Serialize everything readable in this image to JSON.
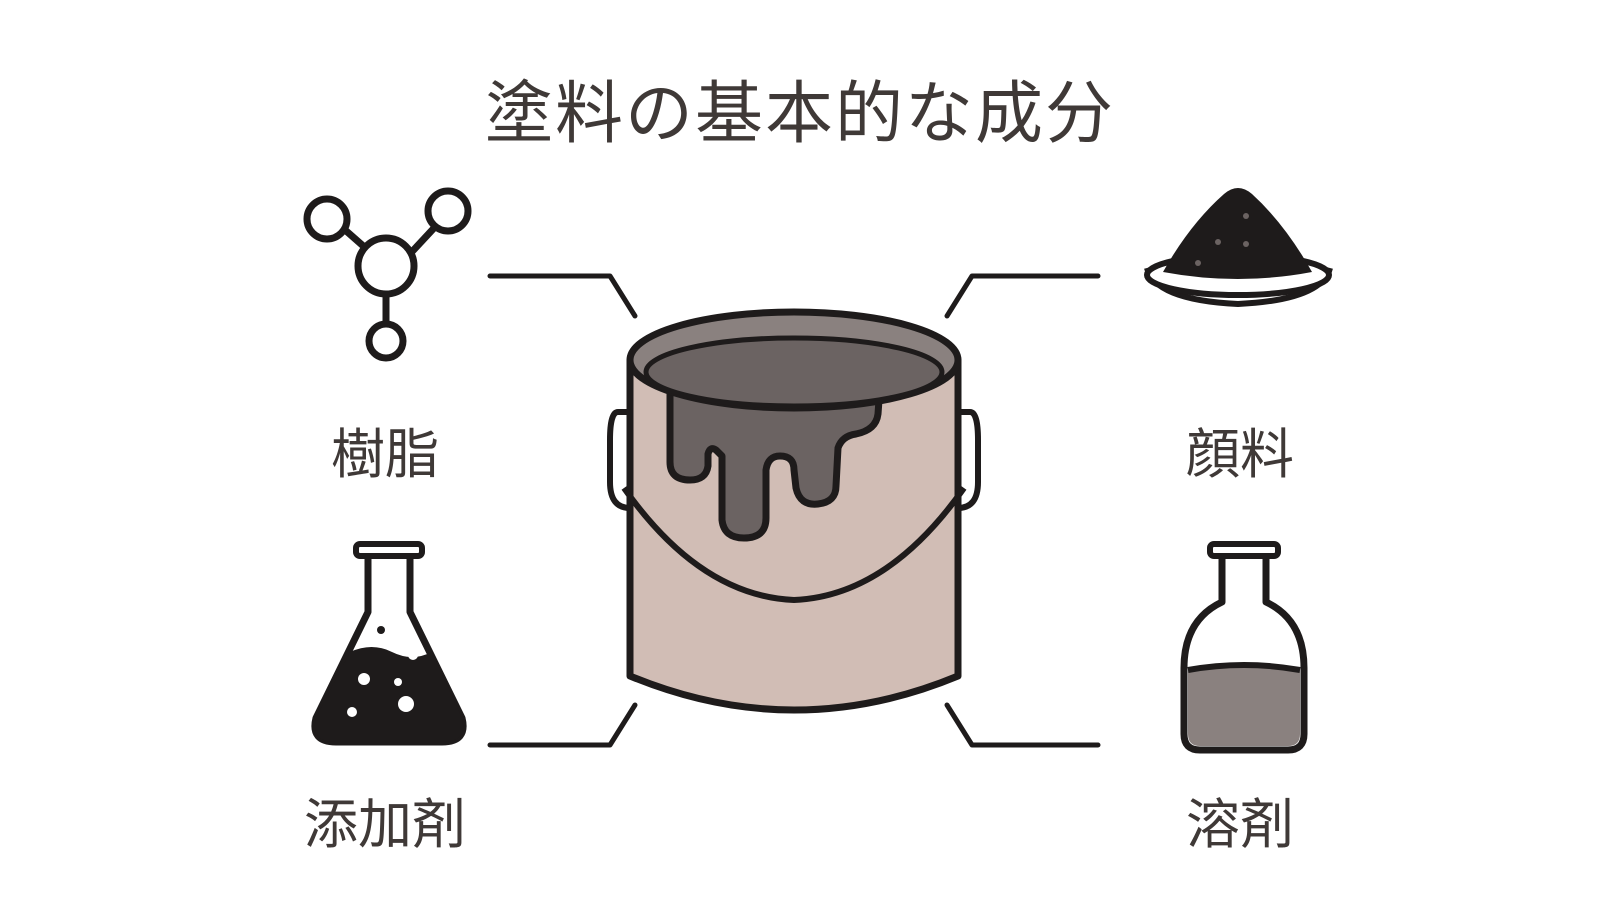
{
  "title": "塗料の基本的な成分",
  "components": {
    "resin": {
      "label": "樹脂",
      "icon": "molecule-icon"
    },
    "pigment": {
      "label": "顔料",
      "icon": "powder-dish-icon"
    },
    "additive": {
      "label": "添加剤",
      "icon": "erlenmeyer-flask-icon"
    },
    "solvent": {
      "label": "溶剤",
      "icon": "bottle-icon"
    }
  },
  "center_icon": "paint-can-icon",
  "colors": {
    "outline": "#1e1b1b",
    "can_body": "#d1bdb5",
    "paint": "#6b6362",
    "solvent_liquid": "#8a817f",
    "text": "#3f3937"
  }
}
